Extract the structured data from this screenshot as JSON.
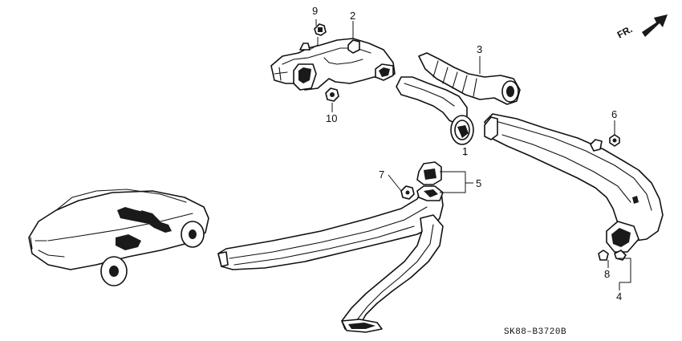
{
  "diagram": {
    "callouts": {
      "c1": "1",
      "c2": "2",
      "c3": "3",
      "c4": "4",
      "c5": "5",
      "c6": "6",
      "c7": "7",
      "c8": "8",
      "c9": "9",
      "c10": "10"
    },
    "direction_label": "FR.",
    "diagram_code": "SK88–B3720B"
  }
}
